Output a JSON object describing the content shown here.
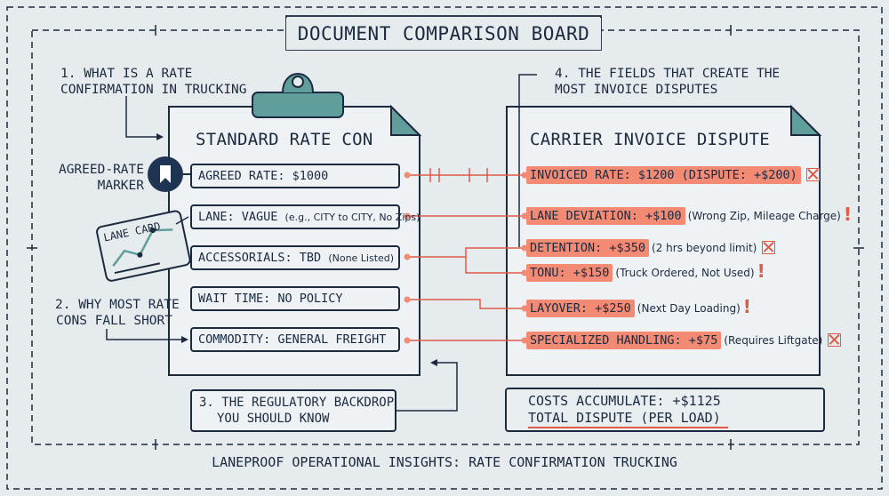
{
  "board_title": "DOCUMENT COMPARISON BOARD",
  "footer": "LANEPROOF OPERATIONAL INSIGHTS: RATE CONFIRMATION TRUCKING",
  "notes": {
    "n1": [
      "1. WHAT IS A RATE",
      "CONFIRMATION IN TRUCKING"
    ],
    "n2": [
      "2. WHY MOST RATE",
      "CONS FALL SHORT"
    ],
    "n3": [
      "3. THE REGULATORY BACKDROP",
      "YOU SHOULD KNOW"
    ],
    "n4": [
      "4. THE FIELDS THAT CREATE THE",
      "MOST INVOICE DISPUTES"
    ]
  },
  "marker_label": [
    "AGREED-RATE",
    "MARKER"
  ],
  "lane_card_label": "LANE CARD",
  "left_doc": {
    "title": "STANDARD RATE CON",
    "fields": [
      {
        "main": "AGREED RATE: $1000",
        "note": ""
      },
      {
        "main": "LANE: VAGUE ",
        "note": "(e.g., CITY to CITY, No Zips)"
      },
      {
        "main": "ACCESSORIALS: TBD ",
        "note": "(None Listed)"
      },
      {
        "main": "WAIT TIME: NO POLICY",
        "note": ""
      },
      {
        "main": "COMMODITY: GENERAL FREIGHT",
        "note": ""
      }
    ]
  },
  "right_doc": {
    "title": "CARRIER INVOICE DISPUTE",
    "disputes": [
      {
        "main": "INVOICED RATE: $1200 (DISPUTE: +$200)",
        "note": "",
        "flag": "x"
      },
      {
        "main": "LANE DEVIATION: +$100",
        "note": "(Wrong Zip, Mileage Charge)",
        "flag": "!"
      },
      {
        "main": "DETENTION: +$350",
        "note": "(2 hrs beyond limit)",
        "flag": "x"
      },
      {
        "main": "TONU: +$150",
        "note": "(Truck Ordered, Not Used)",
        "flag": "!"
      },
      {
        "main": "LAYOVER: +$250",
        "note": "(Next Day Loading)",
        "flag": "!"
      },
      {
        "main": "SPECIALIZED HANDLING: +$75",
        "note": "(Requires Liftgate)",
        "flag": "x"
      }
    ]
  },
  "summary": {
    "line1": "COSTS ACCUMULATE: +$1125",
    "line2": "TOTAL DISPUTE (PER LOAD)"
  },
  "colors": {
    "ink": "#1c2a3f",
    "accent": "#f28a74",
    "alert": "#e05a48",
    "teal": "#5f9e9a",
    "background": "#e6ebee"
  },
  "icons": [
    "bookmark-icon",
    "clipboard-clip-icon",
    "lane-card-icon",
    "x-mark-icon",
    "exclamation-icon"
  ]
}
